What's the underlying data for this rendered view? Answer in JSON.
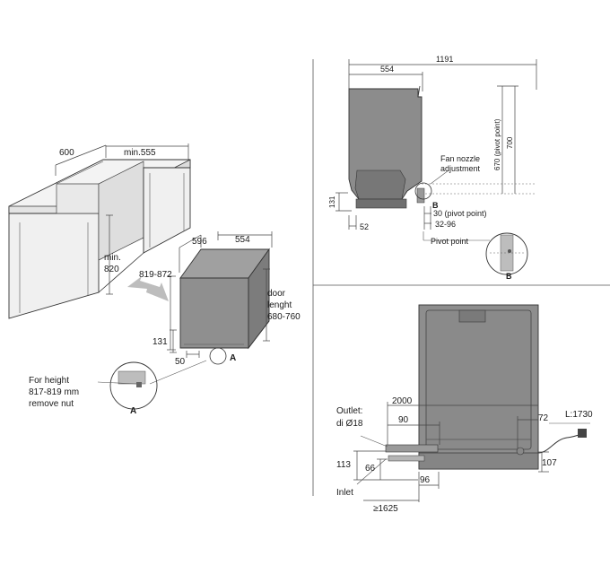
{
  "labels": {
    "w600": "600",
    "min555": "min.555",
    "min820_a": "min.",
    "min820_b": "820",
    "w596": "596",
    "d554_left": "554",
    "h819_872": "819-872",
    "door_1": "door",
    "door_2": "lenght",
    "door_3": "680-760",
    "h131_left": "131",
    "w50": "50",
    "marker_a_main": "A",
    "height_note_1": "For height",
    "height_note_2": "817-819 mm",
    "height_note_3": "remove nut",
    "marker_a_detail": "A",
    "w1191": "1191",
    "w554_top": "554",
    "fan_1": "Fan nozzle",
    "fan_2": "adjustment",
    "h670_pivot": "670 (pivot point)",
    "h700": "700",
    "h131_side": "131",
    "marker_b_side": "B",
    "pivot30": "30 (pivot point)",
    "range32_96": "32-96",
    "w52": "52",
    "pivot_label": "Pivot point",
    "marker_b_detail": "B",
    "outlet_1": "Outlet:",
    "outlet_2": "di Ø18",
    "w2000": "2000",
    "w90": "90",
    "w72": "72",
    "l1730": "L:1730",
    "h113": "113",
    "h66": "66",
    "h107": "107",
    "w96": "96",
    "inlet": "Inlet",
    "min1625": "≥1625"
  },
  "colors": {
    "appliance": "#8e8e8e",
    "appliance_dark": "#777777",
    "cabinet": "#f2f2f2",
    "panel_gray": "#9a9a9a",
    "arrow_gray": "#b9b9b9",
    "line": "#333333"
  }
}
